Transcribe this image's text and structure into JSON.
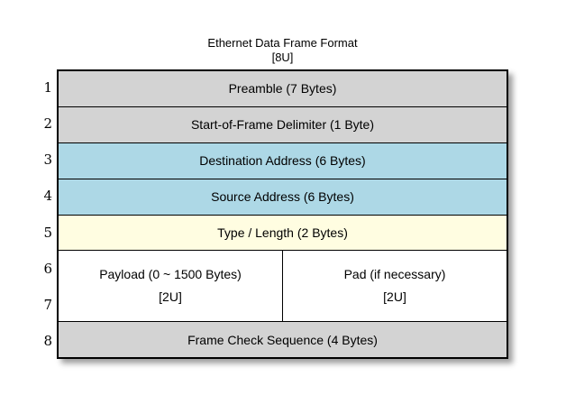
{
  "title": {
    "line1": "Ethernet Data Frame Format",
    "line2": "[8U]"
  },
  "colors": {
    "row_gray": "#d3d3d3",
    "row_blue": "#add8e6",
    "row_yellow": "#fffde1",
    "row_white": "#ffffff",
    "border": "#000000",
    "background": "#ffffff"
  },
  "rows": [
    {
      "num": "1",
      "label": "Preamble (7 Bytes)",
      "color": "gray",
      "units": 1
    },
    {
      "num": "2",
      "label": "Start-of-Frame Delimiter (1 Byte)",
      "color": "gray",
      "units": 1
    },
    {
      "num": "3",
      "label": "Destination Address (6 Bytes)",
      "color": "blue",
      "units": 1
    },
    {
      "num": "4",
      "label": "Source Address (6 Bytes)",
      "color": "blue",
      "units": 1
    },
    {
      "num": "5",
      "label": "Type / Length (2 Bytes)",
      "color": "yellow",
      "units": 1
    },
    {
      "nums": [
        "6",
        "7"
      ],
      "color": "white",
      "units": 2,
      "cells": [
        {
          "line1": "Payload (0 ~ 1500 Bytes)",
          "line2": "[2U]"
        },
        {
          "line1": "Pad (if necessary)",
          "line2": "[2U]"
        }
      ]
    },
    {
      "num": "8",
      "label": "Frame Check Sequence (4 Bytes)",
      "color": "gray",
      "units": 1
    }
  ]
}
